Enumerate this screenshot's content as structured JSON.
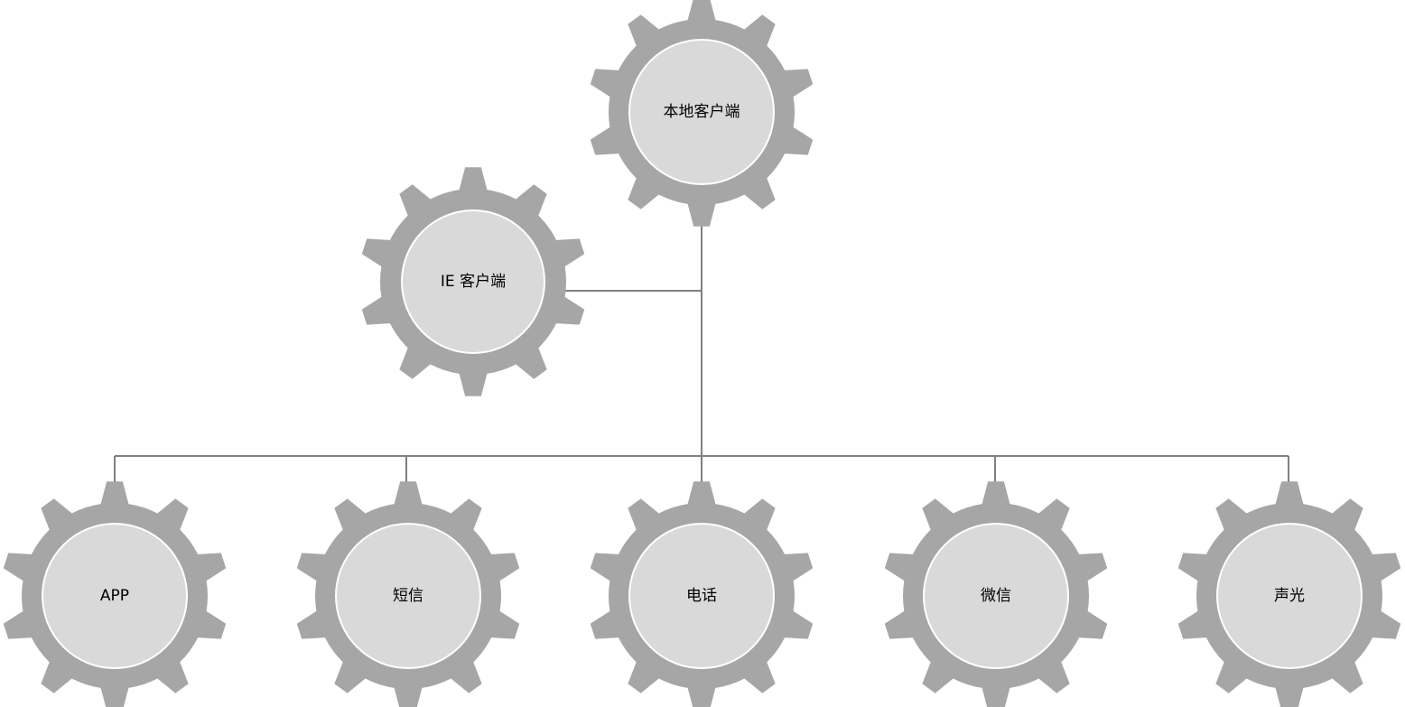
{
  "diagram": {
    "title": "",
    "root": {
      "id": "local-client",
      "label": "本地客户端"
    },
    "side_node": {
      "id": "ie-client",
      "label": "IE 客户端"
    },
    "children": [
      {
        "id": "app",
        "label": "APP"
      },
      {
        "id": "sms",
        "label": "短信"
      },
      {
        "id": "phone",
        "label": "电话"
      },
      {
        "id": "wechat",
        "label": "微信"
      },
      {
        "id": "sound-light",
        "label": "声光"
      }
    ],
    "colors": {
      "gear": "#a6a6a6",
      "inner": "#d9d9d9",
      "inner_rim": "#ffffff",
      "connector": "#808080",
      "text": "#000000"
    },
    "icons": {
      "node_shape": "gear-icon"
    }
  }
}
